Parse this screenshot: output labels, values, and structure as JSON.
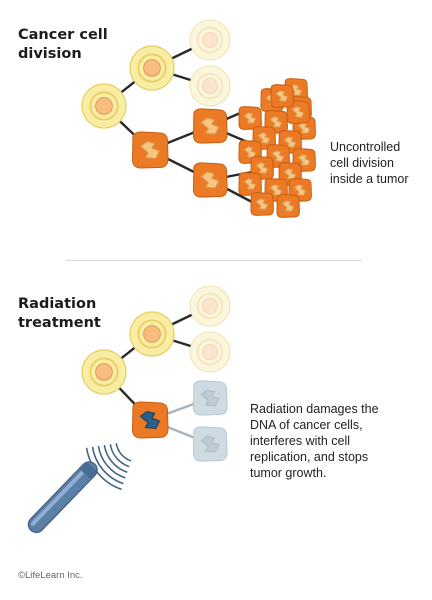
{
  "panels": {
    "division": {
      "title_lines": [
        "Cancer cell",
        "division"
      ],
      "caption_lines": [
        "Uncontrolled",
        "cell division",
        "inside a tumor"
      ]
    },
    "radiation": {
      "title_lines": [
        "Radiation",
        "treatment"
      ],
      "caption_lines": [
        "Radiation damages the",
        "DNA of cancer cells,",
        "interferes with cell",
        "replication, and stops",
        "tumor growth."
      ]
    }
  },
  "credit": "©LifeLearn Inc.",
  "colors": {
    "healthy_outer": "#f9eda6",
    "healthy_ring": "#e8cf60",
    "healthy_nucleus": "#f7bd7e",
    "faded_outer": "#fbf6dc",
    "cancer_outer": "#ec7a24",
    "cancer_nucleus": "#f6c582",
    "damaged_nucleus": "#2c5f8c",
    "dead_cell": "#cfdbe2",
    "line": "#2a2a2a",
    "line_grey": "#a9b4ba",
    "probe": "#5c7fa8",
    "wave": "#3d6080"
  }
}
